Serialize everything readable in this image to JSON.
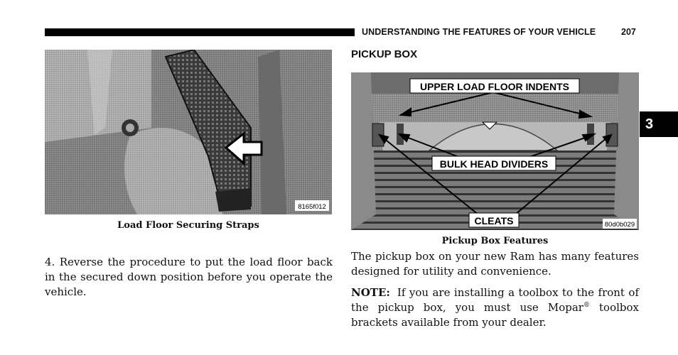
{
  "header": {
    "running_head": "UNDERSTANDING THE FEATURES OF YOUR VEHICLE",
    "page_number": "207",
    "chapter_tab": "3"
  },
  "left_column": {
    "figure": {
      "image_code": "8165f012",
      "caption": "Load Floor Securing Straps"
    },
    "step_text": "4.  Reverse the procedure to put the load floor back in the secured down position before you operate the vehicle."
  },
  "right_column": {
    "section_title": "PICKUP BOX",
    "figure": {
      "callouts": {
        "upper": "UPPER LOAD FLOOR INDENTS",
        "middle": "BULK HEAD DIVIDERS",
        "lower": "CLEATS"
      },
      "image_code": "80d0b029",
      "caption": "Pickup Box Features"
    },
    "intro_text": "The pickup box on your new Ram has many features designed for utility and convenience.",
    "note": {
      "label": "NOTE:",
      "text_before": "If you are installing a toolbox to the front of the pickup box, you must use Mopar",
      "superscript": "®",
      "text_after": " toolbox brackets available from your dealer."
    }
  }
}
